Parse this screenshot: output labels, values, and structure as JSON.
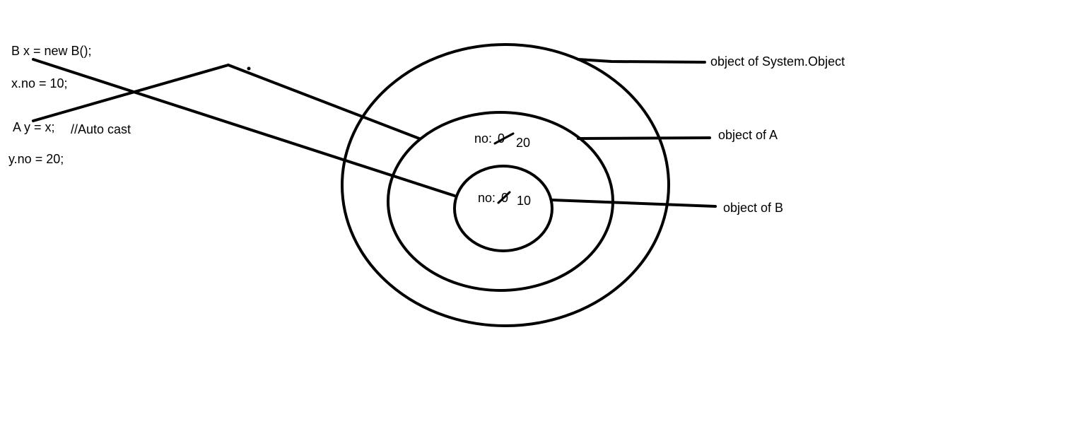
{
  "code": {
    "line1": "B  x = new B();",
    "line2": "x.no = 10;",
    "line3": "A y = x;",
    "line3_comment": "//Auto cast",
    "line4": "y.no = 20;"
  },
  "objects": {
    "outer_label": "object of System.Object",
    "middle_label": "object of A",
    "inner_label": "object of B"
  },
  "fields": {
    "middle_prefix": "no:",
    "middle_old": "0",
    "middle_new": "20",
    "inner_prefix": "no:",
    "inner_old": "0",
    "inner_new": "10"
  },
  "colors": {
    "ink": "#000000",
    "background": "#ffffff"
  }
}
